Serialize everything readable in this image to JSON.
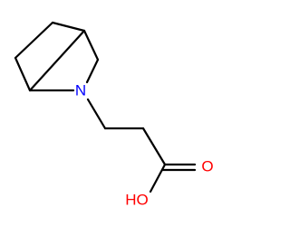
{
  "molecule": {
    "atom_labels": {
      "nitrogen": "N",
      "carbonyl_oxygen": "O",
      "hydroxyl": "HO"
    },
    "colors": {
      "bond": "#000000",
      "nitrogen": "#0000ff",
      "oxygen": "#ff0000",
      "background": "#ffffff"
    }
  }
}
